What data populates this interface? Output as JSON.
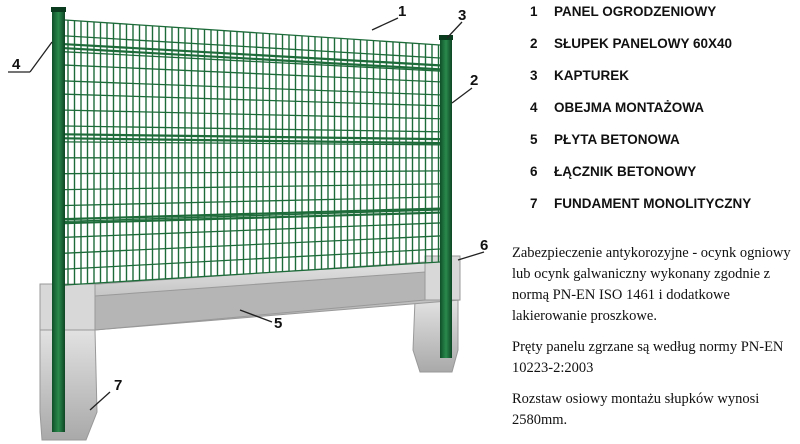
{
  "legend": [
    {
      "num": "1",
      "label": "PANEL OGRODZENIOWY"
    },
    {
      "num": "2",
      "label": "SŁUPEK PANELOWY 60X40"
    },
    {
      "num": "3",
      "label": "KAPTUREK"
    },
    {
      "num": "4",
      "label": "OBEJMA MONTAŻOWA"
    },
    {
      "num": "5",
      "label": "PŁYTA BETONOWA"
    },
    {
      "num": "6",
      "label": "ŁĄCZNIK BETONOWY"
    },
    {
      "num": "7",
      "label": "FUNDAMENT MONOLITYCZNY"
    }
  ],
  "description": [
    "Zabezpieczenie antykorozyjne - ocynk ogniowy lub ocynk galwaniczny wykonany zgodnie z normą PN-EN ISO 1461 i dodatkowe lakierowanie proszkowe.",
    "Pręty panelu zgrzane są według normy PN-EN 10223-2:2003",
    "Rozstaw osiowy montażu słupków wynosi 2580mm."
  ],
  "callouts": [
    "1",
    "2",
    "3",
    "4",
    "5",
    "6",
    "7"
  ],
  "colors": {
    "fence_green": "#1e6b3a",
    "concrete": "#c9c9c9"
  }
}
